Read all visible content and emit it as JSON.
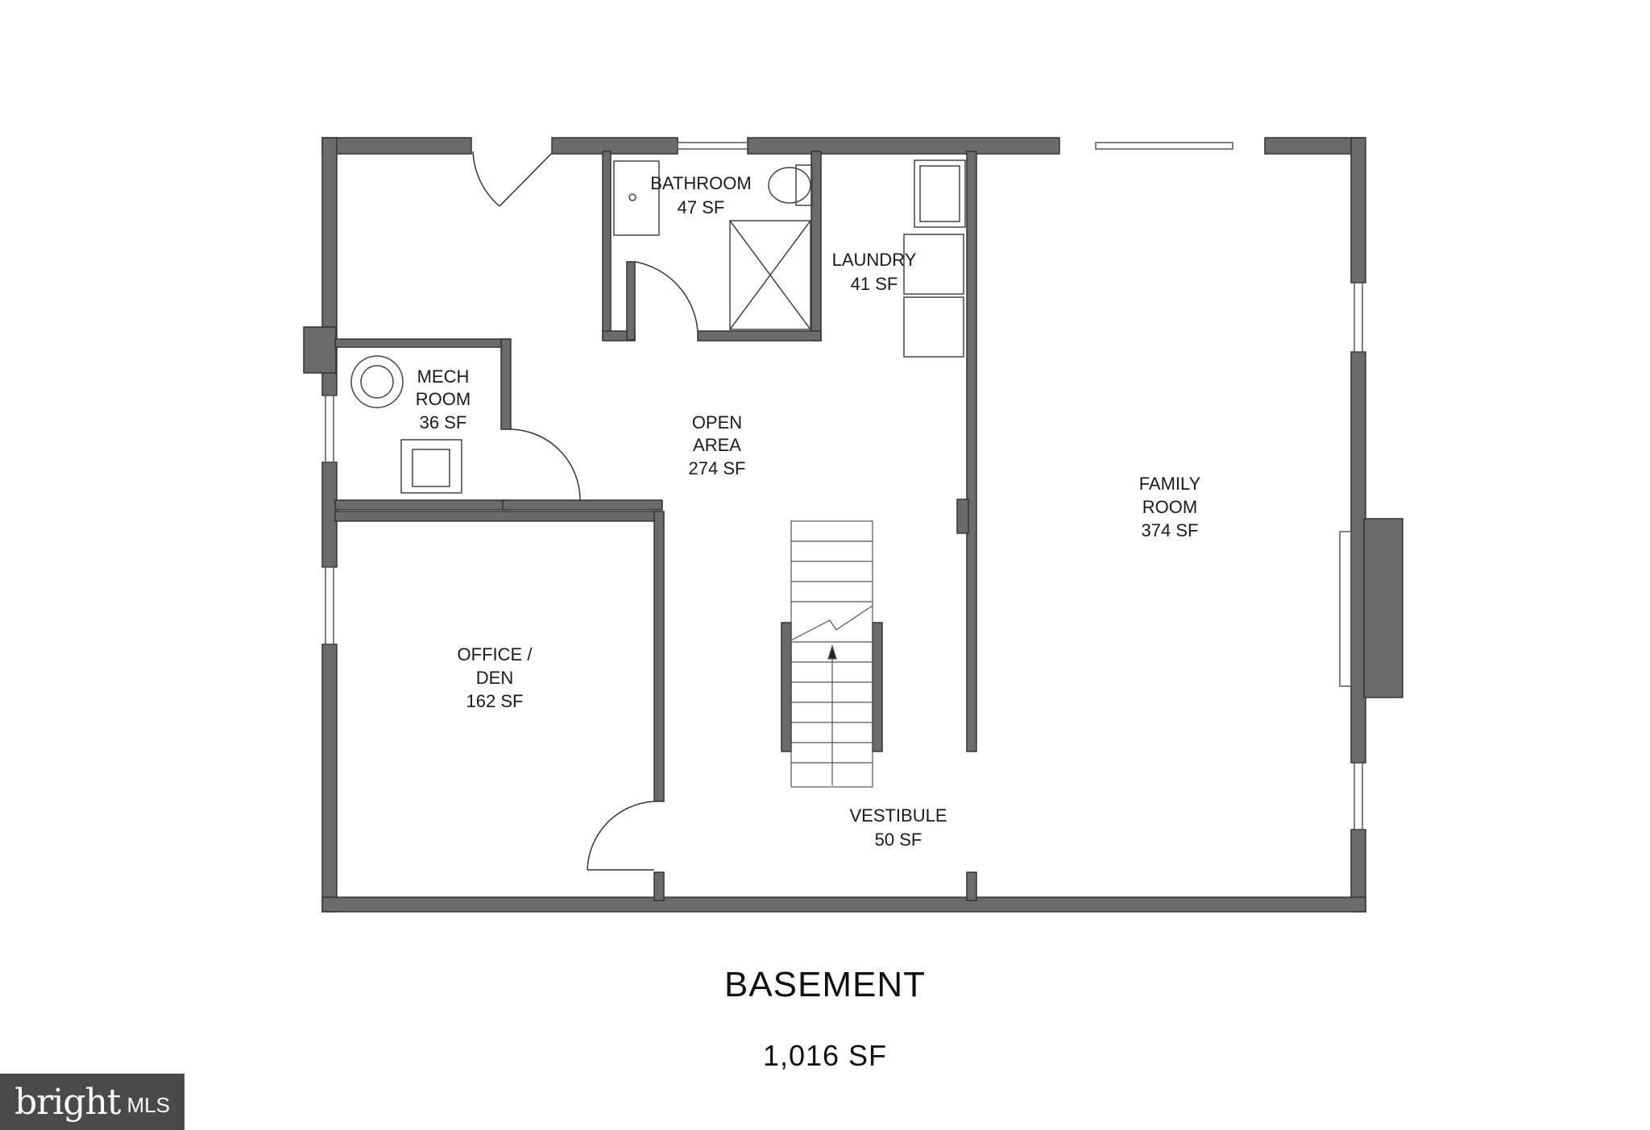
{
  "plan": {
    "title": "BASEMENT",
    "total_area": "1,016 SF"
  },
  "rooms": {
    "bathroom": {
      "name": "BATHROOM",
      "area": "47 SF"
    },
    "laundry": {
      "name": "LAUNDRY",
      "area": "41 SF"
    },
    "mech": {
      "name_line1": "MECH",
      "name_line2": "ROOM",
      "area": "36 SF"
    },
    "open_area": {
      "name_line1": "OPEN",
      "name_line2": "AREA",
      "area": "274 SF"
    },
    "family": {
      "name_line1": "FAMILY",
      "name_line2": "ROOM",
      "area": "374 SF"
    },
    "office": {
      "name_line1": "OFFICE /",
      "name_line2": "DEN",
      "area": "162 SF"
    },
    "vestibule": {
      "name": "VESTIBULE",
      "area": "50 SF"
    }
  },
  "watermark": {
    "brand": "bright",
    "mls": "MLS"
  },
  "colors": {
    "wall": "#6b6b6b",
    "line": "#444444",
    "background": "#ffffff"
  }
}
